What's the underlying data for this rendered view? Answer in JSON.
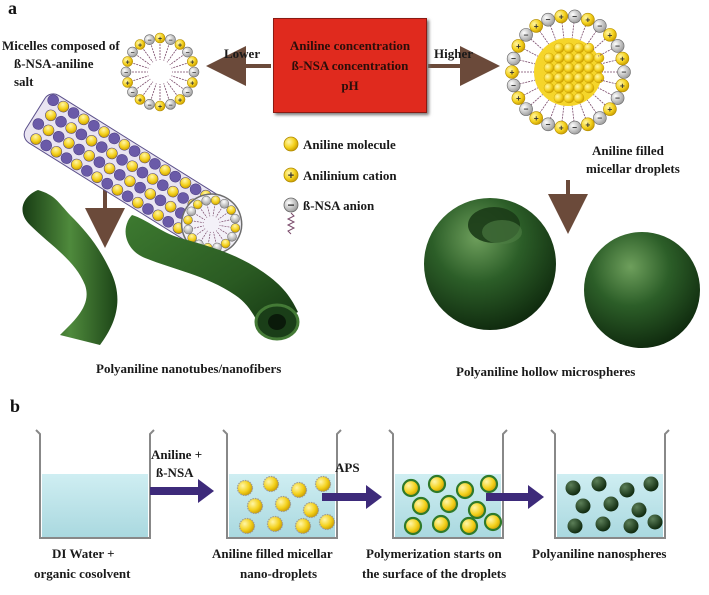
{
  "panel_a": {
    "letter": "a",
    "conditions": [
      "Aniline concentration",
      "ß-NSA concentration",
      "pH"
    ],
    "lower_label": "Lower",
    "higher_label": "Higher",
    "micelles_label": [
      "Micelles composed of",
      "ß-NSA-aniline",
      "salt"
    ],
    "filled_label": [
      "Aniline filled",
      "micellar droplets"
    ],
    "legend": {
      "aniline": "Aniline molecule",
      "anilinium": "Anilinium cation",
      "nsa": "ß-NSA anion"
    },
    "nanotubes_label": "Polyaniline nanotubes/nanofibers",
    "microspheres_label": "Polyaniline hollow microspheres"
  },
  "panel_b": {
    "letter": "b",
    "arrow1_label": [
      "Aniline +",
      "ß-NSA"
    ],
    "arrow2_label": "APS",
    "beaker1_label": [
      "DI Water +",
      "organic cosolvent"
    ],
    "beaker2_label": [
      "Aniline filled micellar",
      "nano-droplets"
    ],
    "beaker3_label": [
      "Polymerization starts on",
      "the surface of the droplets"
    ],
    "beaker4_label": "Polyaniline nanospheres"
  },
  "colors": {
    "red_box": "#e02a1e",
    "brown_arrow": "#6b4a3a",
    "purple_arrow": "#3d2a7a",
    "yellow": "#f3d21e",
    "green": "#2f6a2e",
    "water": "#bfe3e8"
  }
}
